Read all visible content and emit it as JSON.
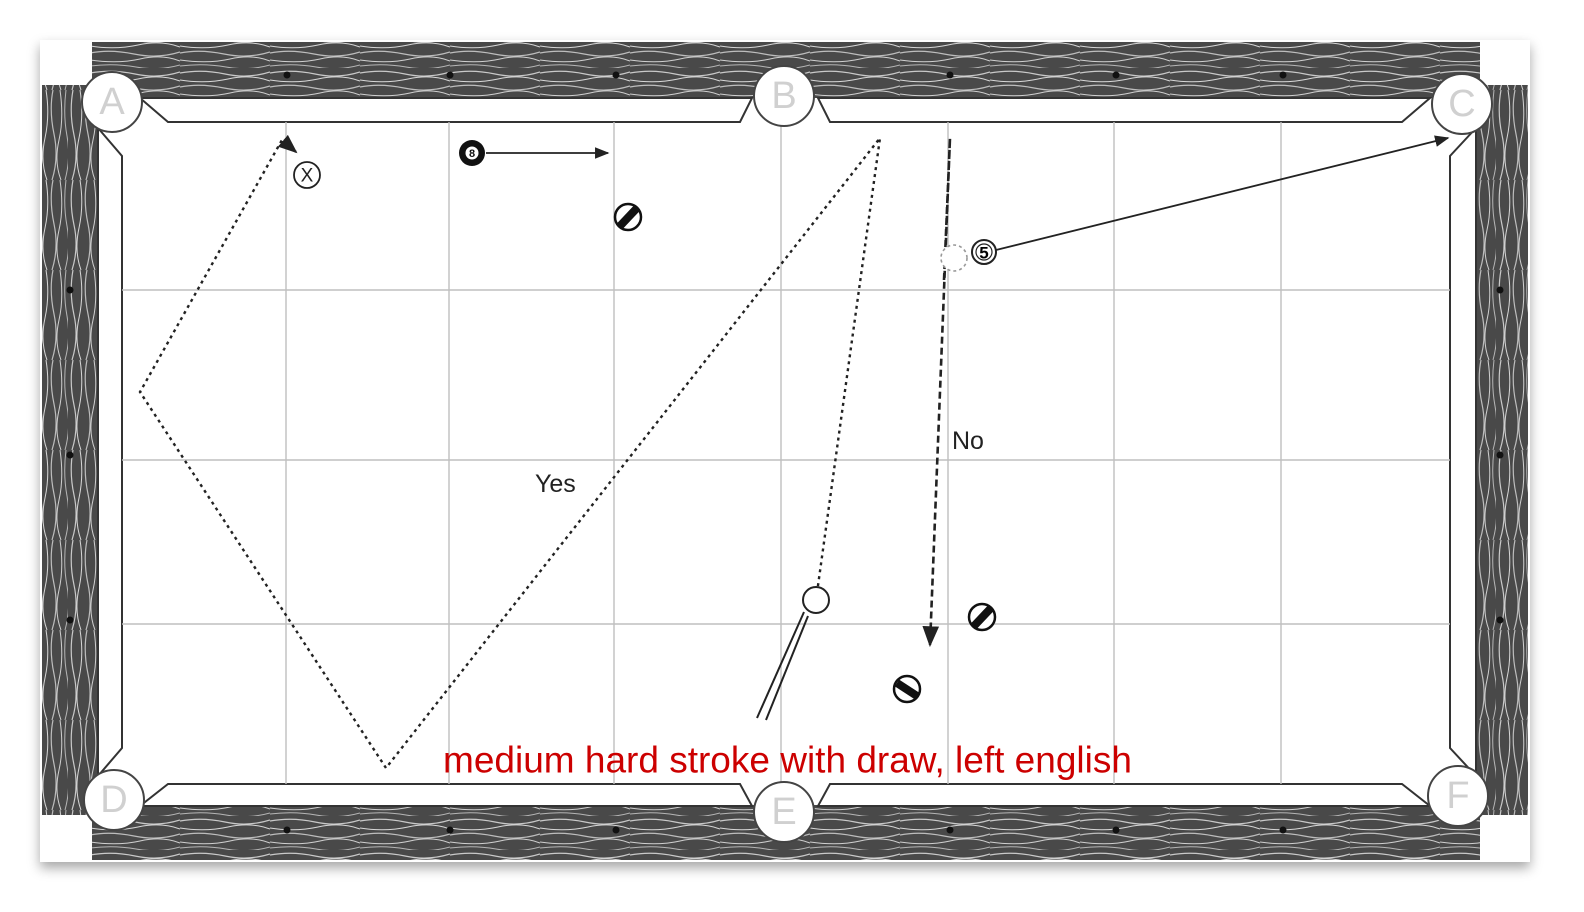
{
  "pockets": [
    {
      "label": "A"
    },
    {
      "label": "B"
    },
    {
      "label": "C"
    },
    {
      "label": "D"
    },
    {
      "label": "E"
    },
    {
      "label": "F"
    }
  ],
  "balls": {
    "eight": {
      "number": "8"
    },
    "five": {
      "number": "5"
    }
  },
  "target_mark": "X",
  "labels": {
    "yes": "Yes",
    "no": "No"
  },
  "caption": "medium hard stroke with draw, left english",
  "colors": {
    "rail": "#3a3a3a",
    "cloth": "#ffffff",
    "grid": "#bfbfbf",
    "caption": "#cc0000"
  }
}
